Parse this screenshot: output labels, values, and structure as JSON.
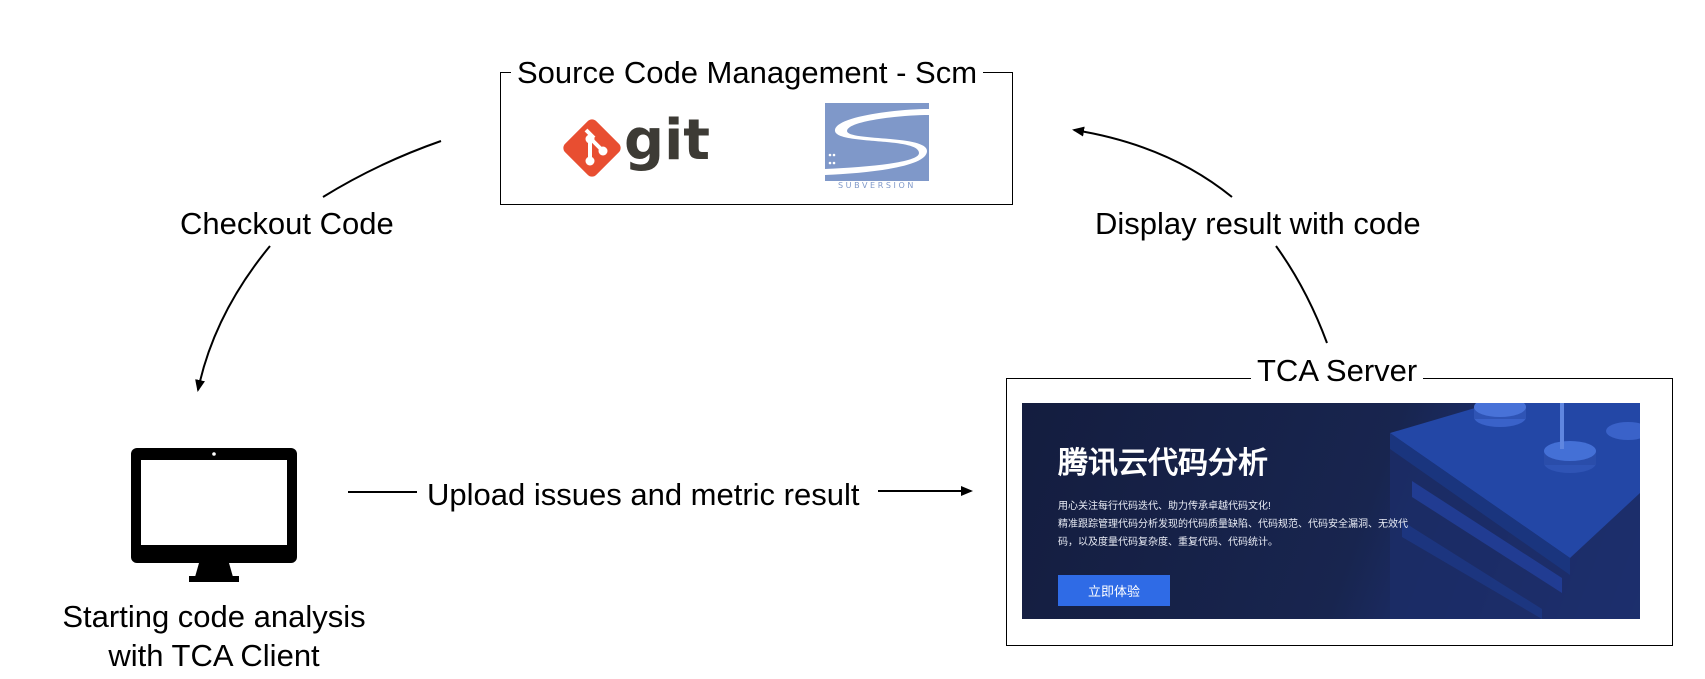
{
  "scm": {
    "title": "Source Code Management - Scm",
    "git_logo_text": "git",
    "svn_logo_text": "SUBVERSION"
  },
  "edges": {
    "checkout": "Checkout Code",
    "display": "Display result with code",
    "upload": "Upload issues and metric result"
  },
  "client": {
    "label_line1": "Starting code analysis",
    "label_line2": "with TCA Client"
  },
  "server": {
    "title": "TCA Server",
    "banner": {
      "heading": "腾讯云代码分析",
      "line1": "用心关注每行代码迭代、助力传承卓越代码文化!",
      "line2": "精准跟踪管理代码分析发现的代码质量缺陷、代码规范、代码安全漏洞、无效代",
      "line3": "码，以及度量代码复杂度、重复代码、代码统计。",
      "button": "立即体验"
    }
  },
  "colors": {
    "git_orange": "#e84e31",
    "git_text": "#3d3b35",
    "svn_blue": "#7f98c9",
    "banner_bg": "#141d3f",
    "banner_button": "#2f6be6"
  }
}
